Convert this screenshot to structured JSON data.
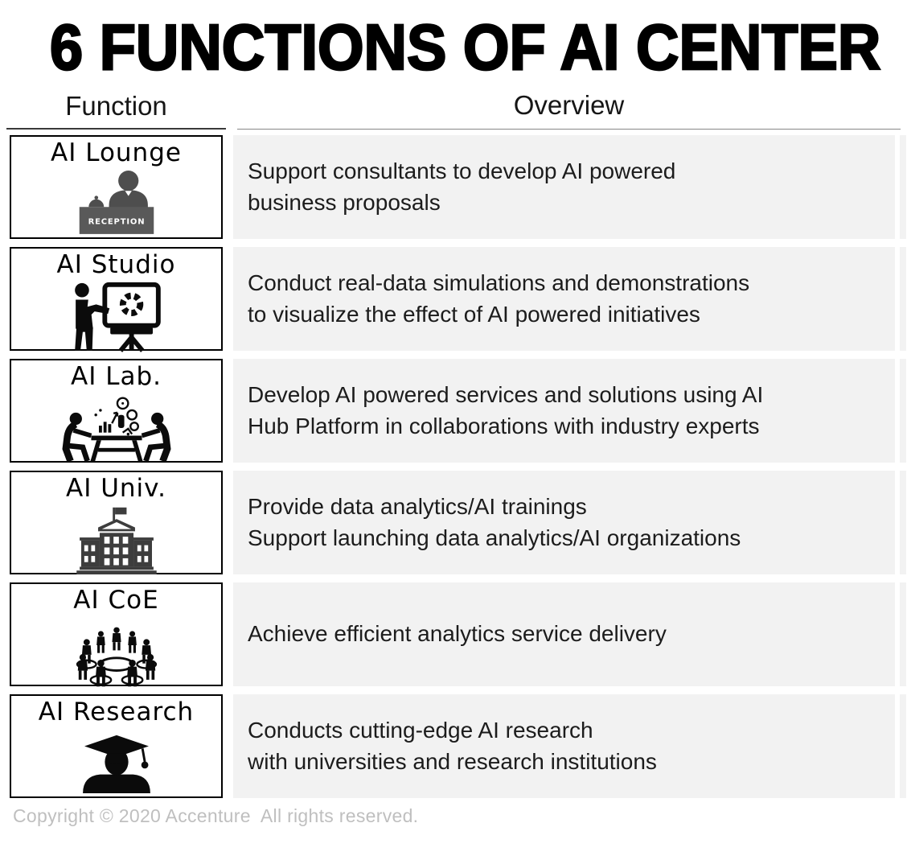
{
  "title": "6 FUNCTIONS OF AI CENTER",
  "columns": {
    "function": "Function",
    "overview": "Overview"
  },
  "rows": [
    {
      "function": "AI Lounge",
      "icon": "reception-icon",
      "overview": "Support consultants to develop AI powered\nbusiness proposals"
    },
    {
      "function": "AI Studio",
      "icon": "presentation-board-icon",
      "overview": "Conduct real-data simulations and demonstrations\nto visualize the effect of AI powered initiatives"
    },
    {
      "function": "AI Lab.",
      "icon": "lab-collaboration-icon",
      "overview": "Develop AI powered services and solutions using AI\nHub Platform in collaborations with industry experts"
    },
    {
      "function": "AI Univ.",
      "icon": "university-icon",
      "overview": "Provide data analytics/AI trainings\nSupport launching data analytics/AI organizations"
    },
    {
      "function": "AI CoE",
      "icon": "coe-team-icon",
      "overview": "Achieve efficient analytics service delivery"
    },
    {
      "function": "AI Research",
      "icon": "graduate-cap-icon",
      "overview": "Conducts cutting-edge AI research\nwith universities and research institutions"
    }
  ],
  "reception_label": "RECEPTION",
  "footer": "Copyright © 2020 Accenture  All rights reserved.",
  "colors": {
    "panel_bg": "#f2f2f2",
    "box_border": "#000000",
    "desk_gray": "#595959",
    "person_gray": "#4e4e4e",
    "building_gray": "#3d3d3d",
    "footer_gray": "#bfbfbf"
  }
}
